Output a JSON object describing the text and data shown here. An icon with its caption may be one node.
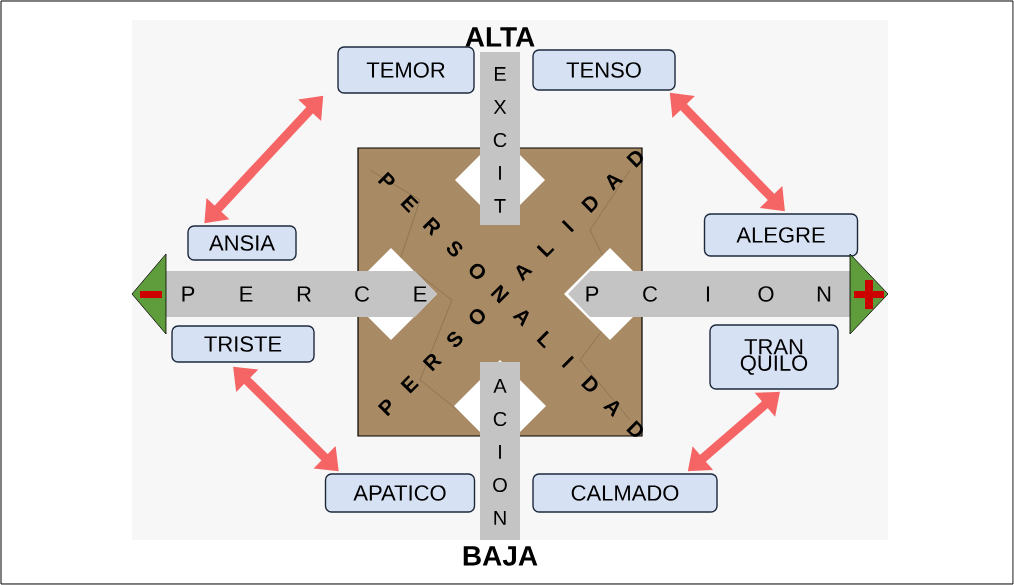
{
  "diagram": {
    "nodes": [
      {
        "text": [
          "TEMOR"
        ]
      },
      {
        "text": [
          "TENSO"
        ]
      },
      {
        "text": [
          "P E R S O N A L I D A D",
          "P E R S O",
          "A L I D A D"
        ]
      },
      {
        "text": [
          "ANSIA"
        ]
      },
      {
        "text": [
          "ALEGRE"
        ]
      },
      {
        "text": [
          "TRISTE"
        ]
      },
      {
        "text": [
          "TRAN QUILO"
        ]
      },
      {
        "text": [
          "APATICO"
        ]
      },
      {
        "text": [
          "CALMADO"
        ]
      }
    ],
    "edges": [
      {
        "from": 0,
        "to": 3,
        "arrow": "both"
      },
      {
        "from": 1,
        "to": 4,
        "arrow": "both"
      },
      {
        "from": 5,
        "to": 7,
        "arrow": "both"
      },
      {
        "from": 6,
        "to": 8,
        "arrow": "both"
      }
    ],
    "labels": [
      "ALTA",
      "EXCIT",
      "P E R C E",
      "P C I O N",
      "ACION",
      "BAJA"
    ]
  }
}
